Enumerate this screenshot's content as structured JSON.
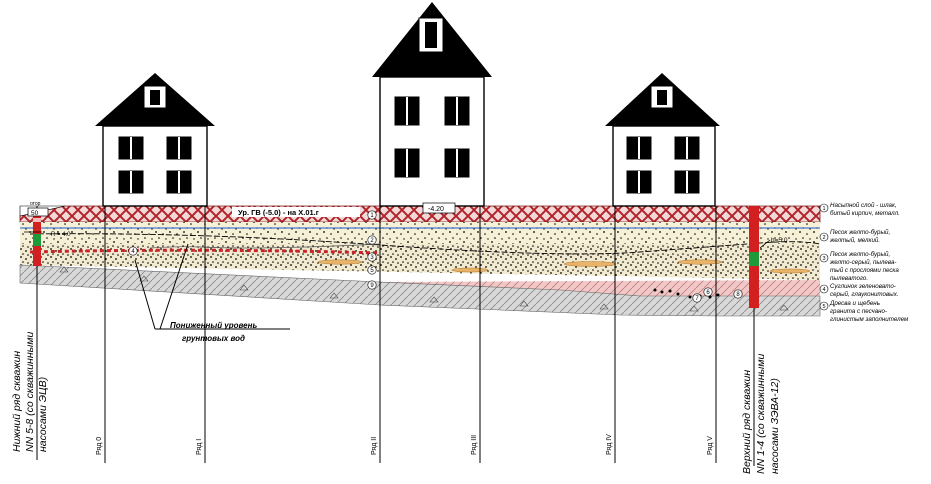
{
  "labels": {
    "gw_level": "Ур. ГВ (-5.0) - на Х.01.г",
    "elev_420": "-4.20",
    "lowered_level_1": "Пониженный уровень",
    "lowered_level_2": "грунтовых вод",
    "elev_50": "50",
    "top_small": "отор",
    "r_label": "R = 4.0",
    "h_label": "h=5.0"
  },
  "layer_numbers": [
    "1",
    "2",
    "3",
    "4",
    "5",
    "6",
    "7",
    "8",
    "9"
  ],
  "legend": [
    {
      "num": "1",
      "lines": [
        "Насыпной слой - шлак,",
        "битый кирпич, металл."
      ]
    },
    {
      "num": "2",
      "lines": [
        "Песок желто-бурый,",
        "желтый, мелкий."
      ]
    },
    {
      "num": "3",
      "lines": [
        "Песок желто-бурый,",
        "желто-серый, пылева-",
        "тый с прослоями песка",
        "пылеватого."
      ]
    },
    {
      "num": "4",
      "lines": [
        "Суглинок зеленовато-",
        "серый, глауконитовых."
      ]
    },
    {
      "num": "5",
      "lines": [
        "Дресва и щебень",
        "гранита с песчано-",
        "глинистым заполнителем"
      ]
    }
  ],
  "rows": [
    {
      "label": "Ряд 0"
    },
    {
      "label": "Ряд I"
    },
    {
      "label": "Ряд II"
    },
    {
      "label": "Ряд III"
    },
    {
      "label": "Ряд IV"
    },
    {
      "label": "Ряд V"
    }
  ],
  "wells_lower": [
    "Нижний ряд скважин",
    "NN 5-8 (со скважинными",
    "насосами ЭЦВ)"
  ],
  "wells_upper": [
    "Верхний ряд скважин",
    "NN 1-4 (со скважинными",
    "насосами ЗЭВА-12)"
  ],
  "colors": {
    "fill_red": "#c8242a",
    "sand": "#f5efcf",
    "loam": "#d7d7d7",
    "well_red": "#d21f1f",
    "well_green": "#1f9a3a"
  }
}
